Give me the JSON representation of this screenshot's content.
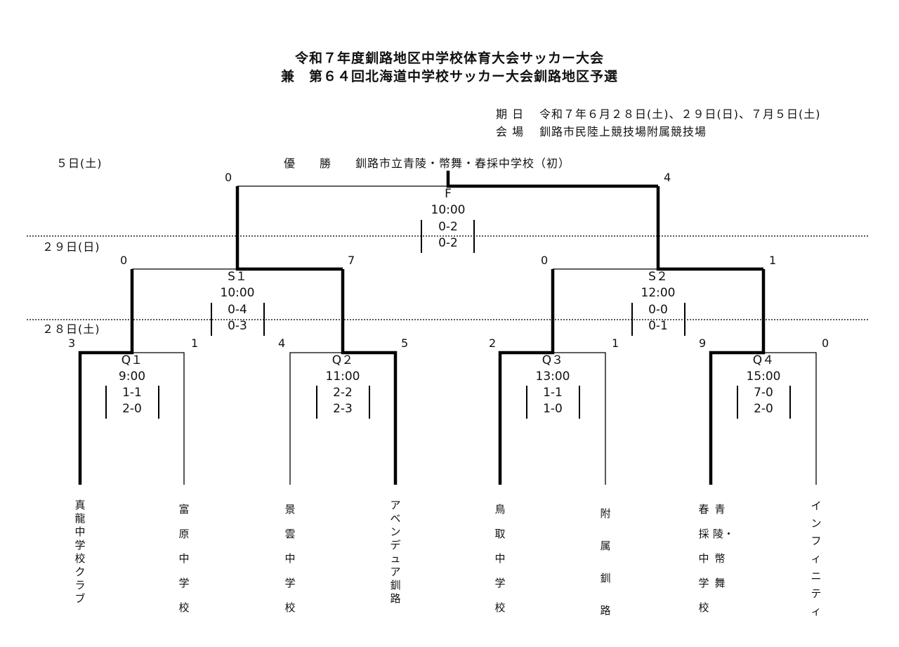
{
  "title": {
    "line1": "令和７年度釧路地区中学校体育大会サッカー大会",
    "line2": "兼　第６４回北海道中学校サッカー大会釧路地区予選"
  },
  "info": {
    "date_label": "期 日",
    "date_value": "令和７年６月２８日(土)、２９日(日)、７月５日(土)",
    "venue_label": "会 場",
    "venue_value": "釧路市民陸上競技場附属競技場"
  },
  "champion": {
    "label": "優　　勝",
    "value": "釧路市立青陵・幣舞・春採中学校（初）"
  },
  "days": {
    "final": "５日(土)",
    "semi": "２９日(日)",
    "quarter": "２８日(土)"
  },
  "matches": {
    "final": {
      "name": "F",
      "time": "10:00",
      "half1": "0-2",
      "half2": "0-2",
      "score_left": "0",
      "score_right": "4"
    },
    "s1": {
      "name": "S１",
      "time": "10:00",
      "half1": "0-4",
      "half2": "0-3",
      "score_left": "0",
      "score_right": "7"
    },
    "s2": {
      "name": "S２",
      "time": "12:00",
      "half1": "0-0",
      "half2": "0-1",
      "score_left": "0",
      "score_right": "1"
    },
    "q1": {
      "name": "Q１",
      "time": "9:00",
      "half1": "1-1",
      "half2": "2-0",
      "score_left": "3",
      "score_right": "1"
    },
    "q2": {
      "name": "Q２",
      "time": "11:00",
      "half1": "2-2",
      "half2": "2-3",
      "score_left": "4",
      "score_right": "5"
    },
    "q3": {
      "name": "Q３",
      "time": "13:00",
      "half1": "1-1",
      "half2": "1-0",
      "score_left": "2",
      "score_right": "1"
    },
    "q4": {
      "name": "Q４",
      "time": "15:00",
      "half1": "7-0",
      "half2": "2-0",
      "score_left": "9",
      "score_right": "0"
    }
  },
  "teams": [
    {
      "name": "真龍中学校クラブ"
    },
    {
      "name": "富原中学校"
    },
    {
      "name": "景雲中学校"
    },
    {
      "name": "アベンデュア釧路"
    },
    {
      "name": "鳥取中学校"
    },
    {
      "name": "附属釧路"
    },
    {
      "col1": "青陵・幣舞",
      "col2": "春採中学校"
    },
    {
      "name": "インフィニティ"
    }
  ]
}
